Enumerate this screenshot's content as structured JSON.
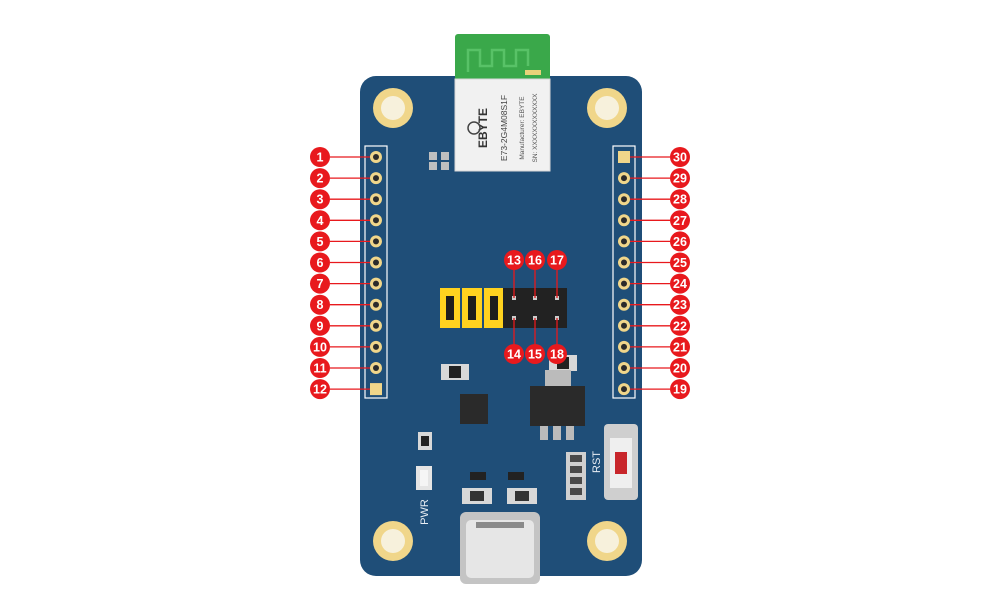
{
  "module": {
    "brand": "EBYTE",
    "model": "E73-2G4M08S1F",
    "manufacturer": "Manufacturer: EBYTE",
    "serial": "SN: XXXXXXXXXXXXX"
  },
  "silkscreen": {
    "rst": "RST",
    "pwr": "PWR"
  },
  "pins": {
    "left": [
      "1",
      "2",
      "3",
      "4",
      "5",
      "6",
      "7",
      "8",
      "9",
      "10",
      "11",
      "12"
    ],
    "right": [
      "30",
      "29",
      "28",
      "27",
      "26",
      "25",
      "24",
      "23",
      "22",
      "21",
      "20",
      "19"
    ],
    "jumper_top": [
      "13",
      "16",
      "17"
    ],
    "jumper_bottom": [
      "14",
      "15",
      "18"
    ]
  },
  "colors": {
    "board": "#1f4e78",
    "marker": "#e8191d",
    "pad_gold": "#f0d68a",
    "module_green": "#3aa84a",
    "jumper_yellow": "#ffd21f"
  }
}
